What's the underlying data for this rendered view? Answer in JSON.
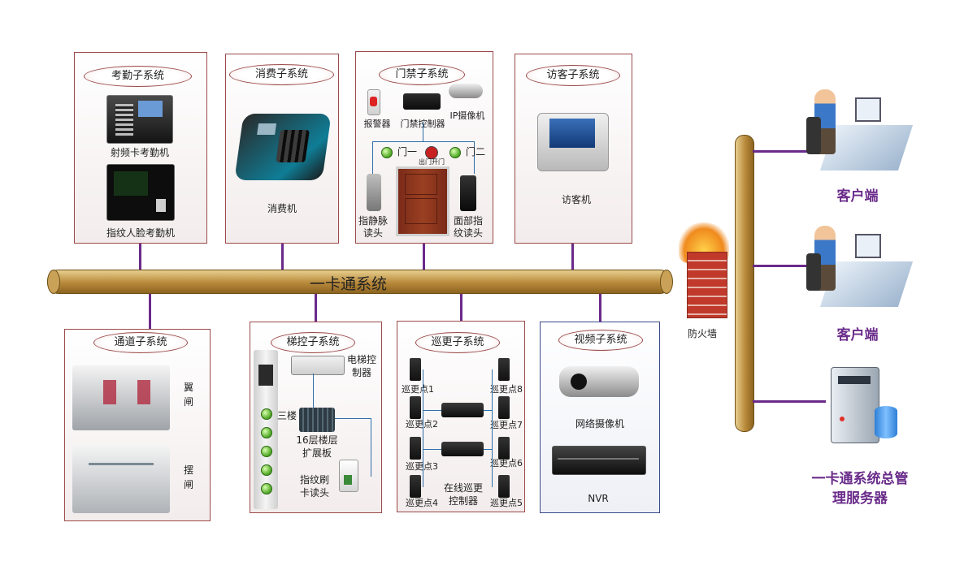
{
  "bus": {
    "label": "一卡通系统"
  },
  "attendance": {
    "title": "考勤子系统",
    "rfid_device": "射频卡考勤机",
    "face_device": "指纹人脸考勤机"
  },
  "consumption": {
    "title": "消费子系统",
    "device": "消费机"
  },
  "access": {
    "title": "门禁子系统",
    "alarm": "报警器",
    "controller": "门禁控制器",
    "ip_camera": "IP摄像机",
    "door1": "门一",
    "exit_button": "出门开门",
    "door2": "门二",
    "vein_reader": [
      "指静脉",
      "读头"
    ],
    "face_reader": [
      "面部指",
      "纹读头"
    ]
  },
  "visitor": {
    "title": "访客子系统",
    "device": "访客机"
  },
  "channel": {
    "title": "通道子系统",
    "wing_gate": [
      "翼",
      "闸"
    ],
    "swing_gate": [
      "摆",
      "闸"
    ]
  },
  "elevator": {
    "title": "梯控子系统",
    "controller": [
      "电梯控",
      "制器"
    ],
    "floor_label": "三楼",
    "expansion": [
      "16层楼层",
      "扩展板"
    ],
    "fp_reader": [
      "指纹刷",
      "卡读头"
    ]
  },
  "patrol": {
    "title": "巡更子系统",
    "points_left": [
      "巡更点1",
      "巡更点2",
      "巡更点3",
      "巡更点4"
    ],
    "points_right": [
      "巡更点8",
      "巡更点7",
      "巡更点6",
      "巡更点5"
    ],
    "controller": [
      "在线巡更",
      "控制器"
    ]
  },
  "video": {
    "title": "视频子系统",
    "camera": "网络摄像机",
    "nvr": "NVR"
  },
  "network": {
    "firewall": "防火墙",
    "client1": "客户端",
    "client2": "客户端",
    "server": [
      "一卡通系统总管",
      "理服务器"
    ]
  },
  "colors": {
    "bus": "#b8893a",
    "link": "#6b2a8a",
    "panel_border": "#9b4a4a",
    "video_border": "#3a4a8a",
    "label": "#6a2c8a"
  }
}
